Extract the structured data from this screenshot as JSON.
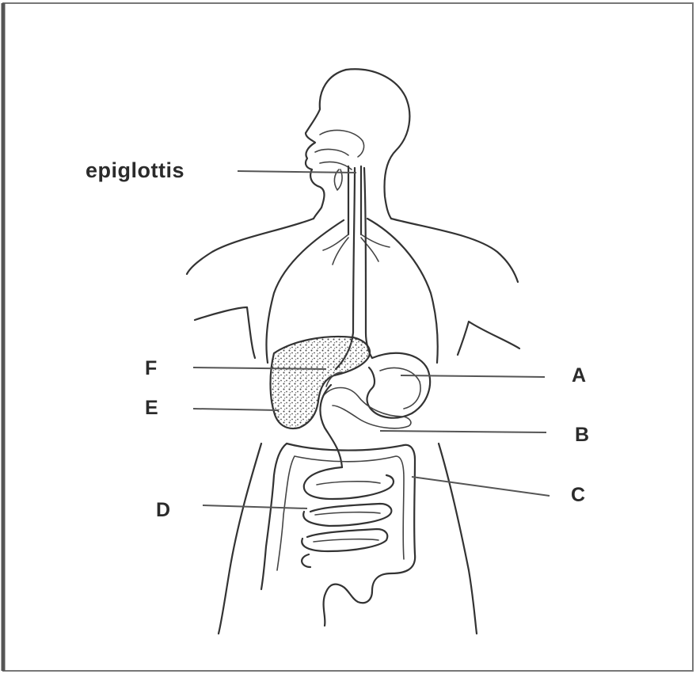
{
  "diagram": {
    "labels": {
      "epiglottis": "epiglottis",
      "A": "A",
      "B": "B",
      "C": "C",
      "D": "D",
      "E": "E",
      "F": "F"
    }
  }
}
